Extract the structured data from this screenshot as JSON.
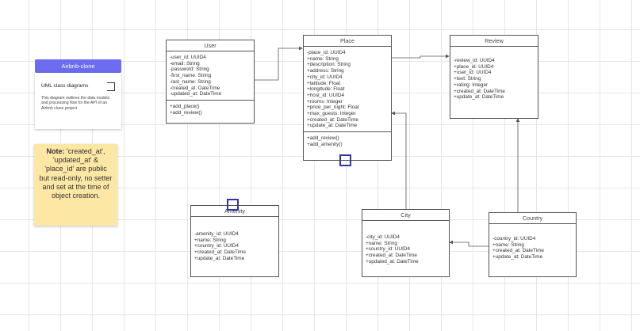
{
  "card": {
    "header": "Airbnb-clone",
    "title": "UML class diagrams",
    "description": "This diagram outlines the data models and processing flow for the API of an Airbnb clone project"
  },
  "note": {
    "label": "Note:",
    "text": "'created_at', 'updated_at' & 'place_id' are public but read-only, no setter and set at the time of object creation."
  },
  "classes": {
    "user": {
      "name": "User",
      "attributes": [
        "-user_id: UUID4",
        "-email: String",
        "-password: String",
        "-first_name: String",
        "-last_name: String",
        "-created_at: DateTime",
        "-updated_at: DateTime"
      ],
      "operations": [
        "+add_place()",
        "+add_review()"
      ]
    },
    "place": {
      "name": "Place",
      "attributes": [
        "-place_id: UUID4",
        "+name: String",
        "+description: String",
        "+address: String",
        "+city_id: UUID4",
        "+latitude: Float",
        "+longitude: Float",
        "+host_id: UUID4",
        "+rooms: Integer",
        "+price_per_night: Float",
        "+max_guests: Integer",
        "+created_at: DateTime",
        "+update_at: DateTime"
      ],
      "operations": [
        "+add_review()",
        "+add_amenity()"
      ]
    },
    "review": {
      "name": "Review",
      "attributes": [
        "-review_id: UUID4",
        "+place_id: UUID4",
        "+user_id: UUID4",
        "+text: String",
        "+rating: Integer",
        "+created_at: DateTime",
        "+update_at: DateTime"
      ]
    },
    "amenity": {
      "name": "Amenity",
      "attributes": [
        "-amenity_id: UUID4",
        "+name: String",
        "+country_id: UUID4",
        "+created_at: DateTime",
        "+update_at: DateTime"
      ]
    },
    "city": {
      "name": "City",
      "attributes": [
        "-city_id: UUID4",
        "+name: String",
        "+country_id: UUID4",
        "+created_at: DateTime",
        "+updated_at: DateTime"
      ]
    },
    "country": {
      "name": "Country",
      "attributes": [
        "-country_id: UUID4",
        "+name: String",
        "+created_at: DateTime",
        "+update_at: DateTime"
      ]
    }
  },
  "colors": {
    "accent": "#6b6cf0",
    "note": "#fce7a5",
    "handle": "#3234a8",
    "line": "#555555"
  }
}
